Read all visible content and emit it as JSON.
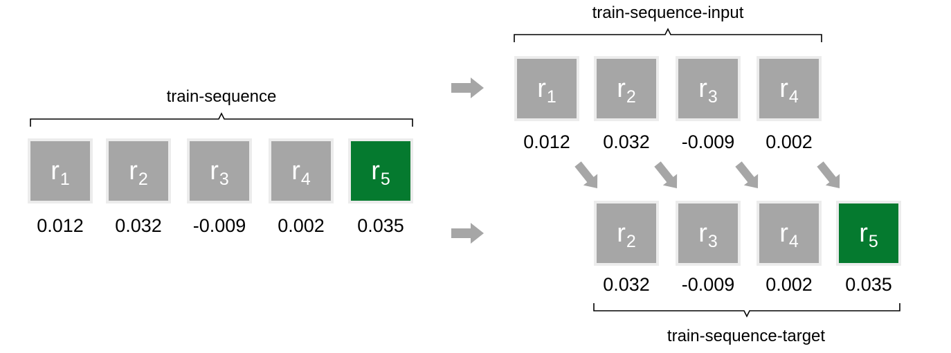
{
  "colors": {
    "tile_gray": "#a6a6a6",
    "tile_green": "#057a2f",
    "tile_border": "#ececec",
    "arrow_gray": "#a6a6a6"
  },
  "train_sequence": {
    "label": "train-sequence",
    "items": [
      {
        "var": "r",
        "sub": "1",
        "value": "0.012",
        "color": "gray"
      },
      {
        "var": "r",
        "sub": "2",
        "value": "0.032",
        "color": "gray"
      },
      {
        "var": "r",
        "sub": "3",
        "value": "-0.009",
        "color": "gray"
      },
      {
        "var": "r",
        "sub": "4",
        "value": "0.002",
        "color": "gray"
      },
      {
        "var": "r",
        "sub": "5",
        "value": "0.035",
        "color": "green"
      }
    ]
  },
  "train_sequence_input": {
    "label": "train-sequence-input",
    "items": [
      {
        "var": "r",
        "sub": "1",
        "value": "0.012",
        "color": "gray"
      },
      {
        "var": "r",
        "sub": "2",
        "value": "0.032",
        "color": "gray"
      },
      {
        "var": "r",
        "sub": "3",
        "value": "-0.009",
        "color": "gray"
      },
      {
        "var": "r",
        "sub": "4",
        "value": "0.002",
        "color": "gray"
      }
    ]
  },
  "train_sequence_target": {
    "label": "train-sequence-target",
    "items": [
      {
        "var": "r",
        "sub": "2",
        "value": "0.032",
        "color": "gray"
      },
      {
        "var": "r",
        "sub": "3",
        "value": "-0.009",
        "color": "gray"
      },
      {
        "var": "r",
        "sub": "4",
        "value": "0.002",
        "color": "gray"
      },
      {
        "var": "r",
        "sub": "5",
        "value": "0.035",
        "color": "green"
      }
    ]
  }
}
